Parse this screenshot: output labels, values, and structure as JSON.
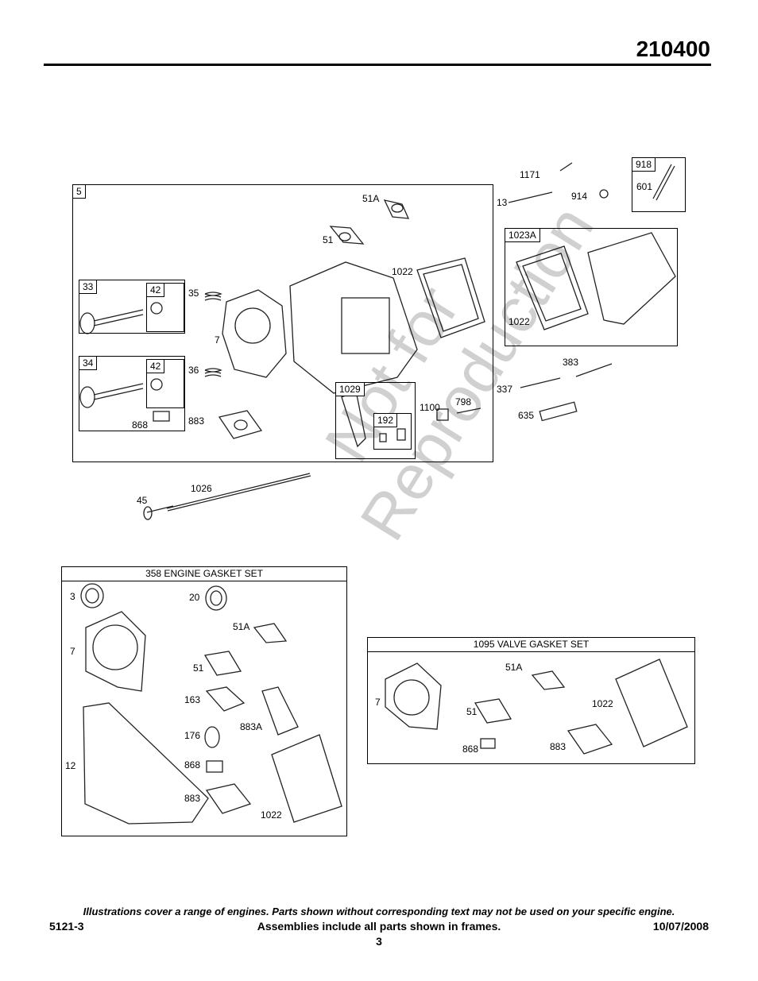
{
  "header": {
    "model_number": "210400"
  },
  "footer": {
    "note": "Illustrations cover a range of engines. Parts shown without corresponding text may not be used on your specific engine.",
    "doc_code": "5121-3",
    "assemblies_note": "Assemblies include all parts shown in frames.",
    "date": "10/07/2008",
    "page_number": "3"
  },
  "watermark": {
    "line1": "Not for",
    "line2": "Reproduction"
  },
  "frames": {
    "f5": "5",
    "f33": "33",
    "f42a": "42",
    "f34": "34",
    "f42b": "42",
    "f1029": "1029",
    "f192": "192",
    "f1023a": "1023A",
    "f918": "918"
  },
  "labels": {
    "top": [
      "51A",
      "51",
      "1022",
      "35",
      "7",
      "36",
      "868",
      "883",
      "1100",
      "798",
      "1171",
      "13",
      "914",
      "601",
      "1022",
      "383",
      "337",
      "635",
      "45",
      "1026"
    ],
    "engine_set": [
      "3",
      "20",
      "51A",
      "7",
      "51",
      "163",
      "883A",
      "176",
      "12",
      "868",
      "883",
      "1022"
    ],
    "valve_set": [
      "51A",
      "7",
      "1022",
      "51",
      "868",
      "883"
    ]
  },
  "gasket_sets": {
    "engine_title": "358 ENGINE GASKET SET",
    "valve_title": "1095 VALVE GASKET SET"
  }
}
